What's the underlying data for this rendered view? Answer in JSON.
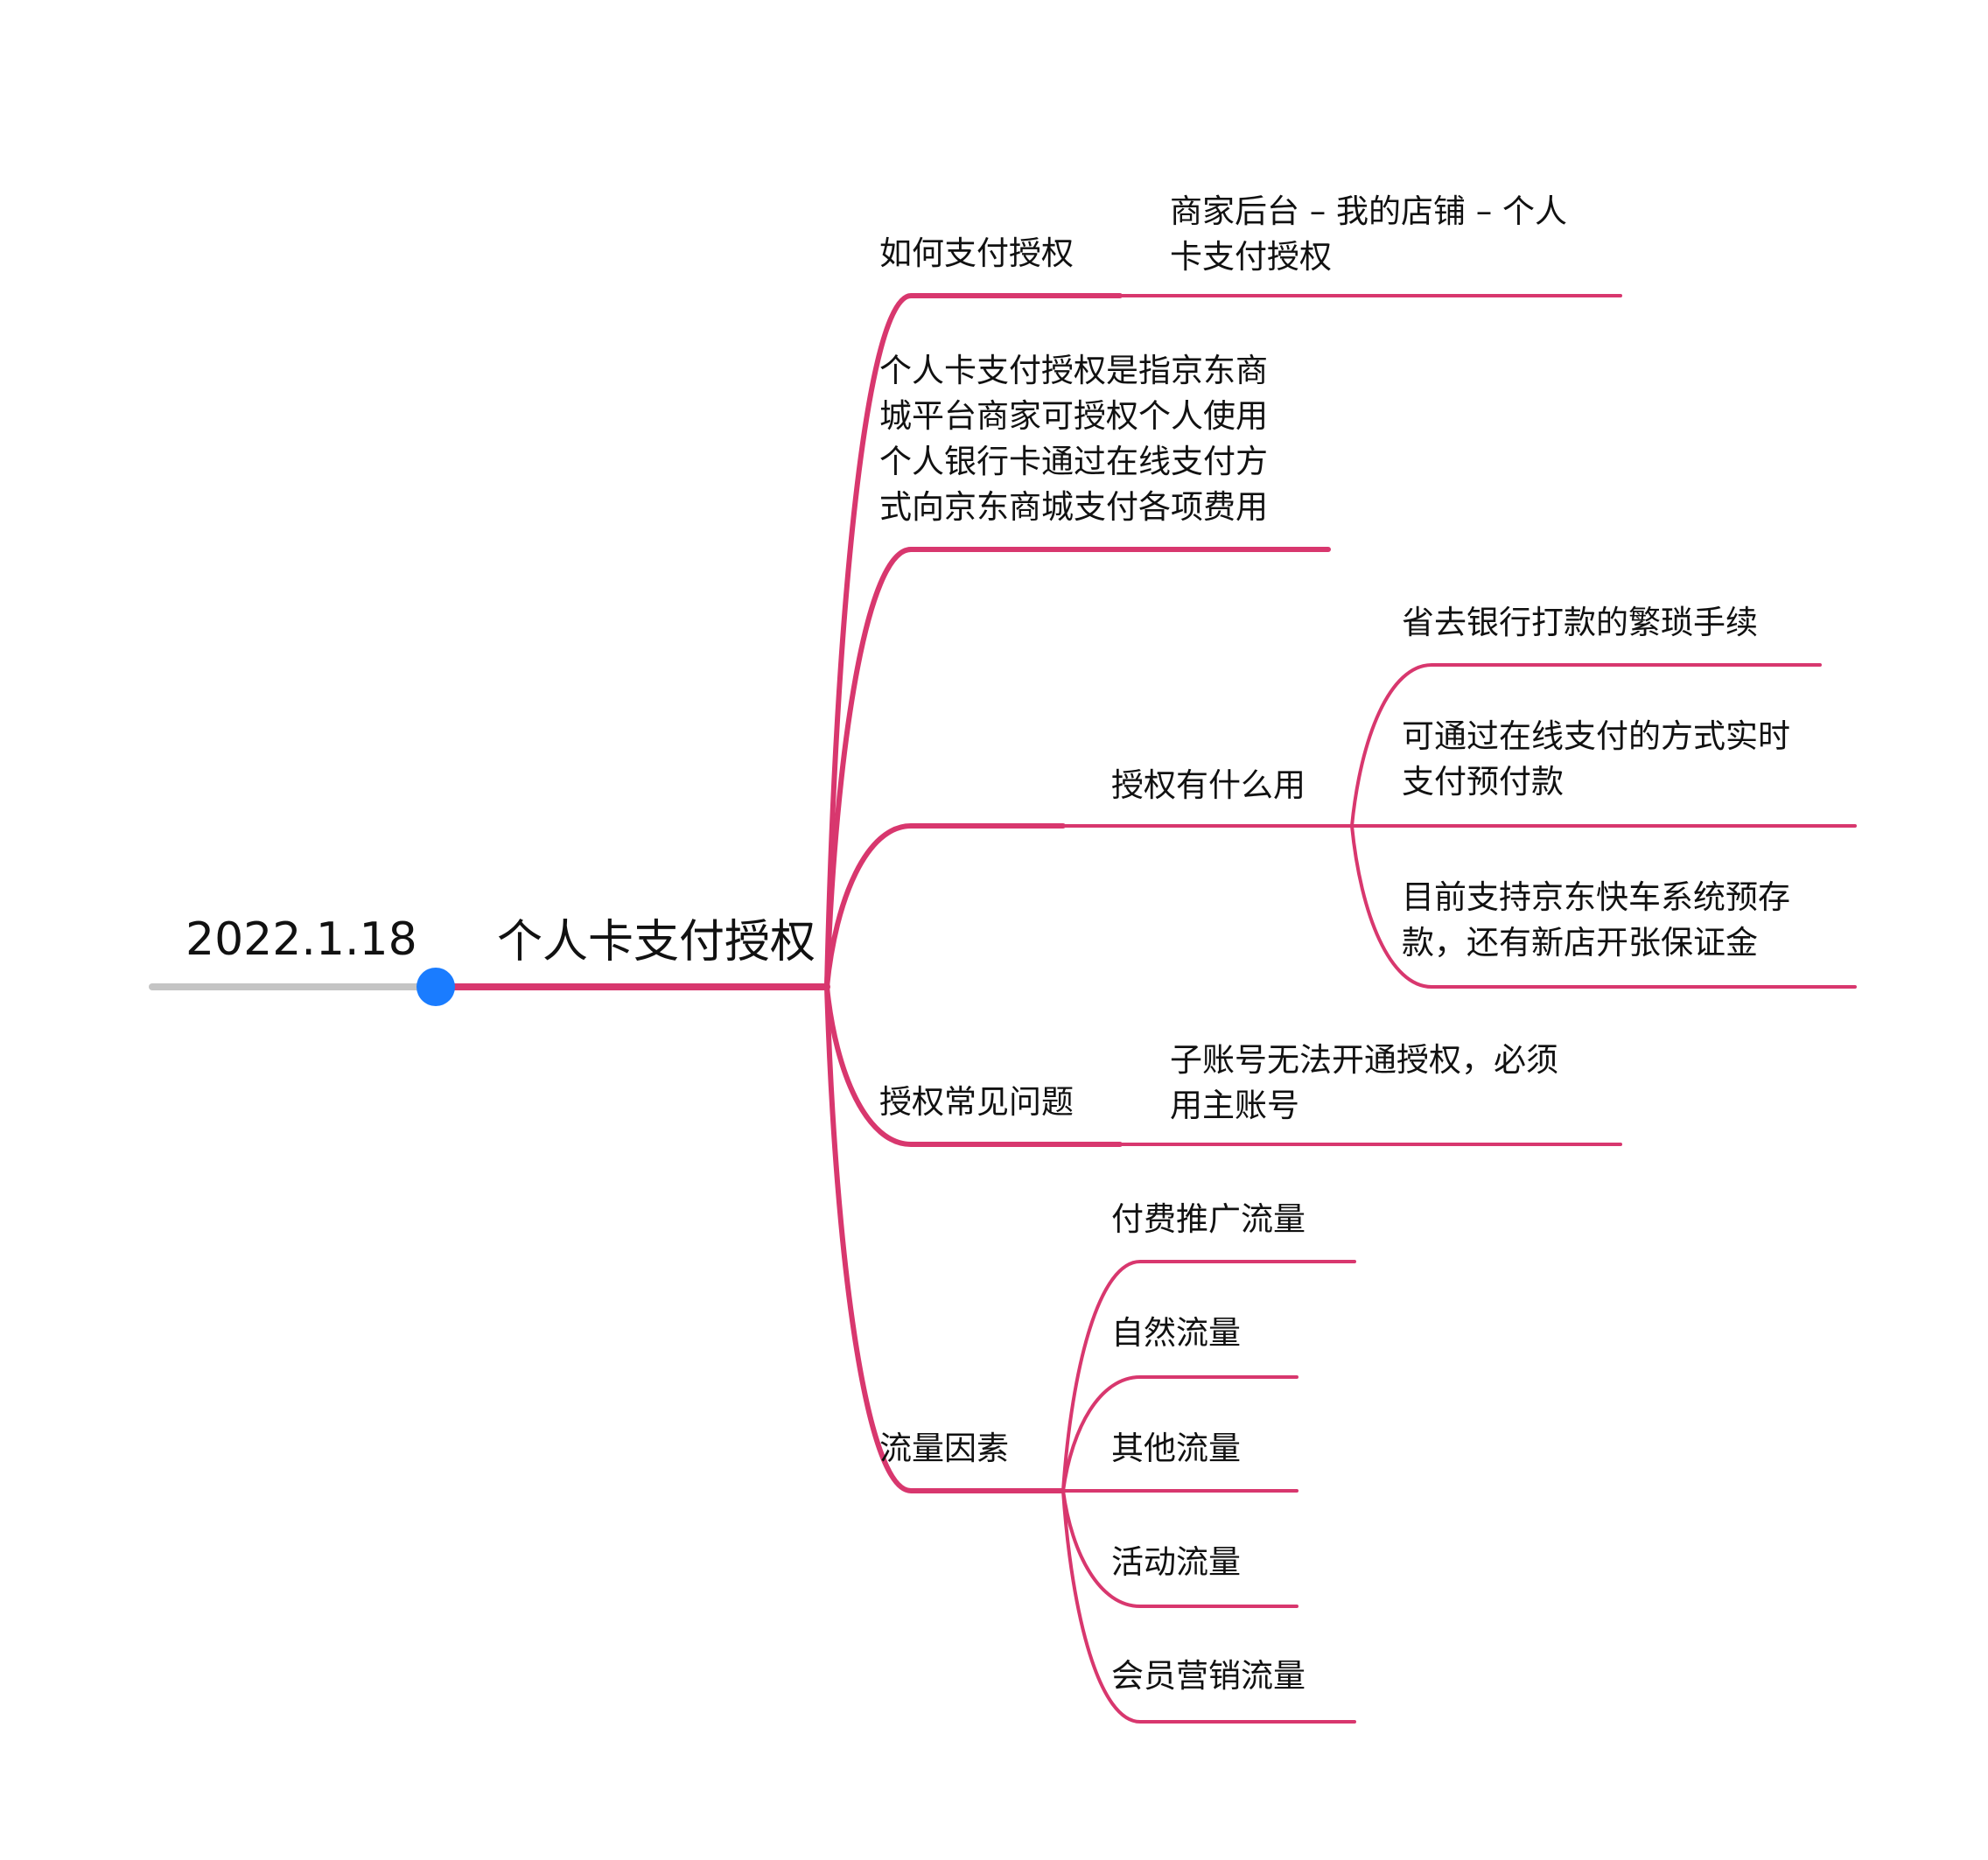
{
  "colors": {
    "branch": "#d8376e",
    "stem": "#c4c4c4",
    "dot": "#1a7cff",
    "text": "#111111",
    "background": "#ffffff"
  },
  "date_label": "2022.1.18",
  "root": {
    "label": "个人卡支付授权"
  },
  "branches": [
    {
      "label": "如何支付授权",
      "children": [
        {
          "lines": [
            "商家后台 – 我的店铺 – 个人",
            "卡支付授权"
          ]
        }
      ]
    },
    {
      "lines": [
        "个人卡支付授权是指京东商",
        "城平台商家可授权个人使用",
        "个人银行卡通过在线支付方",
        "式向京东商城支付各项费用"
      ]
    },
    {
      "label": "授权有什么用",
      "children": [
        {
          "lines": [
            "省去银行打款的繁琐手续"
          ]
        },
        {
          "lines": [
            "可通过在线支付的方式实时",
            "支付预付款"
          ]
        },
        {
          "lines": [
            "目前支持京东快车系统预存",
            "款，还有新店开张保证金"
          ]
        }
      ]
    },
    {
      "label": "授权常见问题",
      "children": [
        {
          "lines": [
            "子账号无法开通授权，必须",
            "用主账号"
          ]
        }
      ]
    },
    {
      "label": "流量因素",
      "children": [
        {
          "lines": [
            "付费推广流量"
          ]
        },
        {
          "lines": [
            "自然流量"
          ]
        },
        {
          "lines": [
            "其他流量"
          ]
        },
        {
          "lines": [
            "活动流量"
          ]
        },
        {
          "lines": [
            "会员营销流量"
          ]
        }
      ]
    }
  ]
}
